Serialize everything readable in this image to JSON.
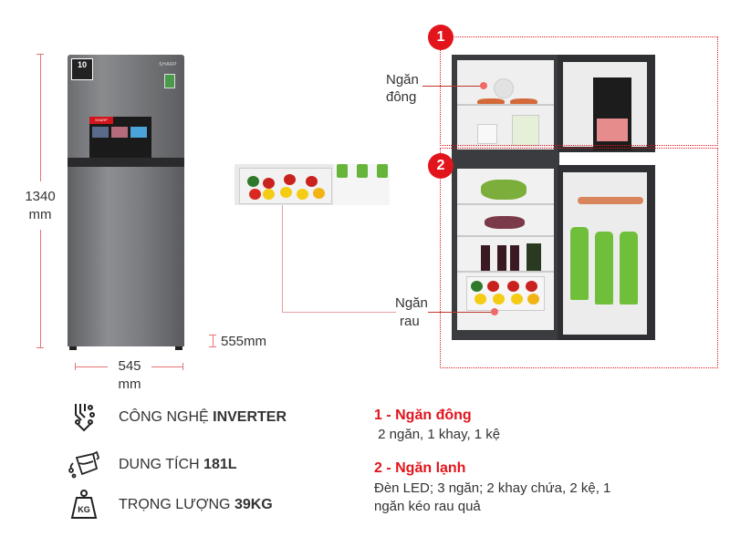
{
  "dimensions": {
    "height_value": "1340",
    "height_unit": "mm",
    "width_value": "545",
    "width_unit": "mm",
    "depth_label": "555mm"
  },
  "closed_fridge": {
    "brand": "SHARP",
    "warranty_badge": "10",
    "promo_brand": "SHARP"
  },
  "callouts": {
    "freezer_label_line1": "Ngăn",
    "freezer_label_line2": "đông",
    "crisper_label_line1": "Ngăn",
    "crisper_label_line2": "rau",
    "badge_1": "1",
    "badge_2": "2"
  },
  "features": [
    {
      "icon": "inverter-chip-icon",
      "prefix": "CÔNG NGHỆ ",
      "bold": "INVERTER"
    },
    {
      "icon": "capacity-jug-icon",
      "prefix": "DUNG TÍCH ",
      "bold": "181L"
    },
    {
      "icon": "kg-weight-icon",
      "prefix": "TRỌNG LƯỢNG ",
      "bold": "39KG"
    }
  ],
  "compartments": [
    {
      "title": "1 - Ngăn đông",
      "description": " 2 ngăn, 1 khay, 1 kệ"
    },
    {
      "title": "2 - Ngăn lạnh",
      "description_line1": "Đèn LED; 3 ngăn; 2 khay chứa, 2 kệ, 1",
      "description_line2": "ngăn kéo rau quả"
    }
  ],
  "colors": {
    "accent_red": "#e2151c",
    "dimension_line": "#e57373",
    "text": "#333333"
  }
}
